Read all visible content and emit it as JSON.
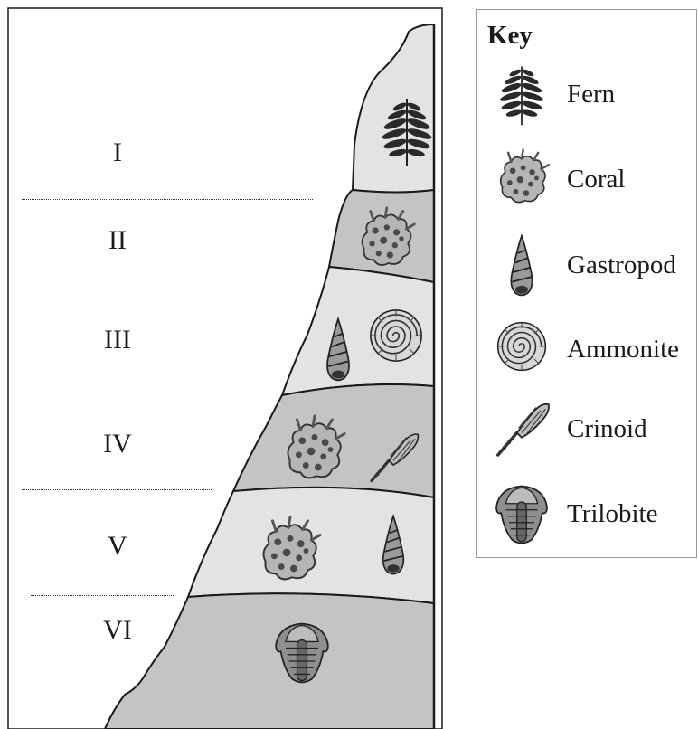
{
  "layers": [
    {
      "label": "I",
      "fossils": [
        "fern-icon"
      ]
    },
    {
      "label": "II",
      "fossils": [
        "coral-icon"
      ]
    },
    {
      "label": "III",
      "fossils": [
        "gastropod-icon",
        "ammonite-icon"
      ]
    },
    {
      "label": "IV",
      "fossils": [
        "coral-icon",
        "crinoid-icon"
      ]
    },
    {
      "label": "V",
      "fossils": [
        "coral-icon",
        "gastropod-icon"
      ]
    },
    {
      "label": "VI",
      "fossils": [
        "trilobite-icon"
      ]
    }
  ],
  "key": {
    "title": "Key",
    "items": [
      {
        "label": "Fern",
        "icon": "fern-icon"
      },
      {
        "label": "Coral",
        "icon": "coral-icon"
      },
      {
        "label": "Gastropod",
        "icon": "gastropod-icon"
      },
      {
        "label": "Ammonite",
        "icon": "ammonite-icon"
      },
      {
        "label": "Crinoid",
        "icon": "crinoid-icon"
      },
      {
        "label": "Trilobite",
        "icon": "trilobite-icon"
      }
    ]
  },
  "colors": {
    "light_layer": "#e3e3e3",
    "dark_layer": "#c4c4c4",
    "outline": "#1a1a1a"
  }
}
